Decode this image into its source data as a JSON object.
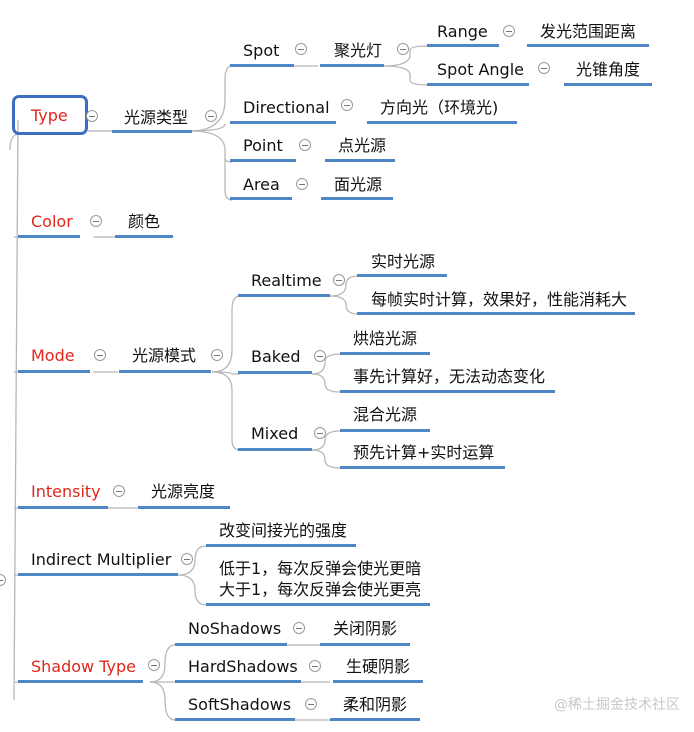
{
  "nodes": {
    "type": "Type",
    "type_child": "光源类型",
    "spot": "Spot",
    "spot_child": "聚光灯",
    "range": "Range",
    "range_child": "发光范围距离",
    "spot_angle": "Spot Angle",
    "spot_angle_child": "光锥角度",
    "directional": "Directional",
    "directional_child": "方向光（环境光)",
    "point": "Point",
    "point_child": "点光源",
    "area": "Area",
    "area_child": "面光源",
    "color": "Color",
    "color_child": "颜色",
    "mode": "Mode",
    "mode_child": "光源模式",
    "realtime": "Realtime",
    "realtime_c1": "实时光源",
    "realtime_c2": "每帧实时计算，效果好，性能消耗大",
    "baked": "Baked",
    "baked_c1": "烘焙光源",
    "baked_c2": "事先计算好，无法动态变化",
    "mixed": "Mixed",
    "mixed_c1": "混合光源",
    "mixed_c2": "预先计算+实时运算",
    "intensity": "Intensity",
    "intensity_child": "光源亮度",
    "indirect": "Indirect Multiplier",
    "indirect_c1": "改变间接光的强度",
    "indirect_c2": "低于1，每次反弹会使光更暗",
    "indirect_c3": "大于1，每次反弹会使光更亮",
    "shadow": "Shadow Type",
    "noshadows": "NoShadows",
    "noshadows_child": "关闭阴影",
    "hardshadows": "HardShadows",
    "hardshadows_child": "生硬阴影",
    "softshadows": "SoftShadows",
    "softshadows_child": "柔和阴影"
  },
  "watermark": "@稀土掘金技术社区",
  "colors": {
    "property": "#e0261b",
    "underline": "#4f86c6",
    "connector": "#b8b8b8",
    "selection": "#3c6fc1"
  }
}
